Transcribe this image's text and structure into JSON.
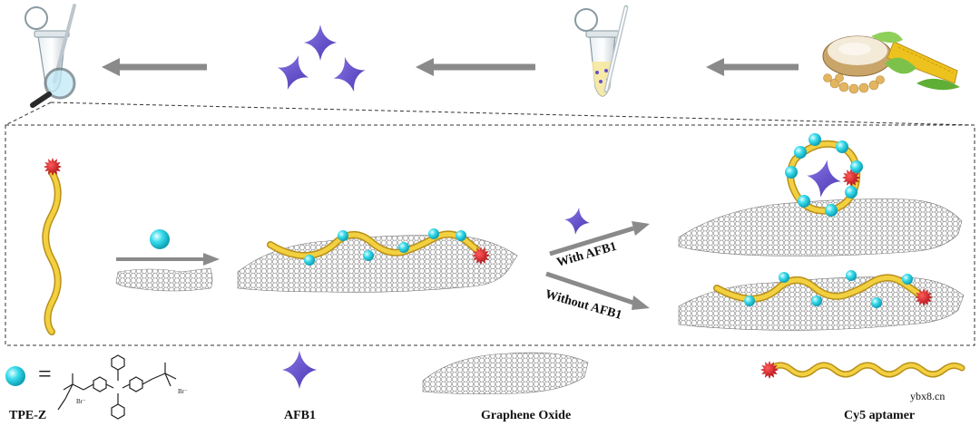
{
  "labels": {
    "with_afb1": "With AFB1",
    "without_afb1": "Without AFB1"
  },
  "legend": {
    "equals": "=",
    "tpe_z": "TPE-Z",
    "afb1": "AFB1",
    "graphene_oxide": "Graphene Oxide",
    "cy5_aptamer": "Cy5 aptamer",
    "br_minus": "Br⁻"
  },
  "watermark": "ybx8.cn",
  "colors": {
    "aptamer": "#e8c52a",
    "aptamer_dark": "#b8901a",
    "cy5": "#d4141c",
    "tpe": "#33d8e8",
    "afb1": "#6450c8",
    "arrow": "#8a8a8a",
    "graphene": "#666666"
  }
}
